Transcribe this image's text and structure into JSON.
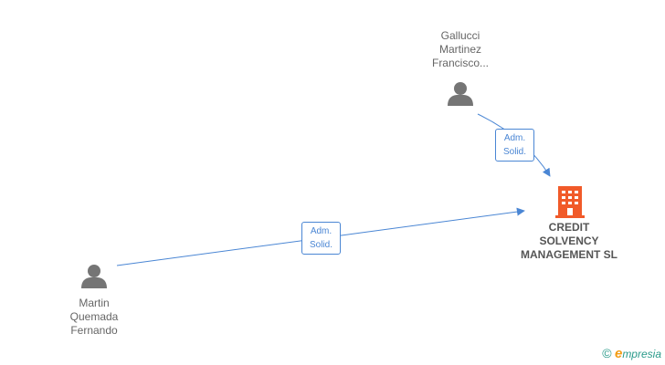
{
  "nodes": {
    "person_top": {
      "lines": [
        "Gallucci",
        "Martinez",
        "Francisco..."
      ],
      "icon": "person-icon"
    },
    "person_bottom": {
      "lines": [
        "Martin",
        "Quemada",
        "Fernando"
      ],
      "icon": "person-icon"
    },
    "company": {
      "lines": [
        "CREDIT",
        "SOLVENCY",
        "MANAGEMENT SL"
      ],
      "icon": "building-icon"
    }
  },
  "edges": {
    "top_to_company": {
      "label_lines": [
        "Adm.",
        "Solid."
      ]
    },
    "bottom_to_company": {
      "label_lines": [
        "Adm.",
        "Solid."
      ]
    }
  },
  "brand": {
    "copyright": "©",
    "initial": "e",
    "name": "mpresia"
  },
  "colors": {
    "person": "#757575",
    "company": "#f15a29",
    "edge": "#4a86d4"
  }
}
